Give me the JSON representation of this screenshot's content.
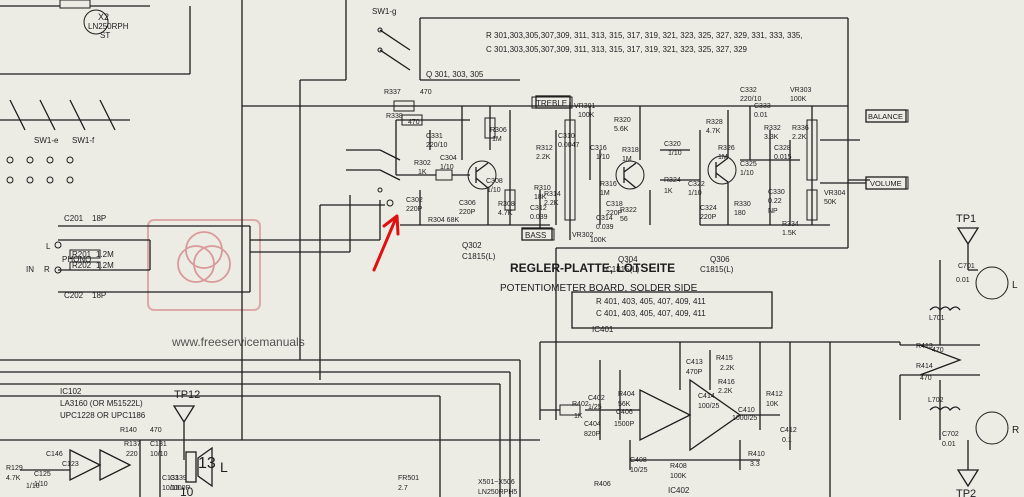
{
  "switches": {
    "sw1_g": "SW1-g",
    "sw1_e": "SW1-e",
    "sw1_f": "SW1-f"
  },
  "transistor_top": {
    "ref": "X2",
    "part": "LN250RPH",
    "suffix": "ST"
  },
  "notes": {
    "r_line": "R  301,303,305,307,309, 311, 313, 315, 317, 319, 321, 323, 325, 327, 329, 331, 333, 335,",
    "c_line": "C  301,303,305,307,309, 311, 313, 315, 317, 319, 321, 323, 325, 327, 329",
    "q_line": "Q  301, 303, 305",
    "ic401_r": "R  401, 403, 405, 407, 409, 411",
    "ic401_c": "C 401, 403, 405, 407, 409, 411",
    "ic401_label": "IC401",
    "ic402_label": "IC402"
  },
  "controls": {
    "treble": "TREBLE",
    "bass": "BASS",
    "balance": "BALANCE",
    "volume": "VOLUME"
  },
  "transistors": {
    "q302": "Q302",
    "q302_part": "C1815(L)",
    "q304": "Q304",
    "q304_part": "C1815(L)",
    "q306": "Q306",
    "q306_part": "C1815(L)"
  },
  "phono": {
    "label": "PHONO",
    "l": "L",
    "r": "R",
    "in": "IN",
    "c201": "C201",
    "c201_val": "18P",
    "c202": "C202",
    "c202_val": "18P",
    "r201": "R201",
    "r201_val": "1.2M",
    "r202": "R202",
    "r202_val": "1.2M"
  },
  "ic102": {
    "ref": "IC102",
    "part1": "LA3160 (OR M51522L)",
    "part2": "UPC1228  OR UPC1186"
  },
  "testpoints": {
    "tp1": "TP1",
    "tp2": "TP2",
    "tp12": "TP12",
    "pin13": "13",
    "pin10": "10",
    "l": "L",
    "r": "R"
  },
  "pcb_ghost": {
    "line1": "REGLER-PLATTE, LÖTSEITE",
    "line2": "POTENTIOMETER BOARD, SOLDER SIDE"
  },
  "watermark": {
    "url": "www.freeservicemanuals"
  },
  "components": [
    {
      "text": "R337"
    },
    {
      "text": "470"
    },
    {
      "text": "R338"
    },
    {
      "text": "470"
    },
    {
      "text": "C331"
    },
    {
      "text": "220/10"
    },
    {
      "text": "R306"
    },
    {
      "text": "1M"
    },
    {
      "text": "R302"
    },
    {
      "text": "1K"
    },
    {
      "text": "C304"
    },
    {
      "text": "1/10"
    },
    {
      "text": "C302"
    },
    {
      "text": "220P"
    },
    {
      "text": "R304 68K"
    },
    {
      "text": "C306"
    },
    {
      "text": "220P"
    },
    {
      "text": "C308"
    },
    {
      "text": "1/10"
    },
    {
      "text": "R308"
    },
    {
      "text": "4.7K"
    },
    {
      "text": "VR301"
    },
    {
      "text": "100K"
    },
    {
      "text": "R312"
    },
    {
      "text": "2.2K"
    },
    {
      "text": "C310"
    },
    {
      "text": "0.0047"
    },
    {
      "text": "R310"
    },
    {
      "text": "18K"
    },
    {
      "text": "R314"
    },
    {
      "text": "2.2K"
    },
    {
      "text": "C312"
    },
    {
      "text": "0.039"
    },
    {
      "text": "C314"
    },
    {
      "text": "0.039"
    },
    {
      "text": "VR302"
    },
    {
      "text": "100K"
    },
    {
      "text": "C316"
    },
    {
      "text": "1/10"
    },
    {
      "text": "R318"
    },
    {
      "text": "1M"
    },
    {
      "text": "R316"
    },
    {
      "text": "1M"
    },
    {
      "text": "R320"
    },
    {
      "text": "5.6K"
    },
    {
      "text": "C318"
    },
    {
      "text": "220P"
    },
    {
      "text": "R322"
    },
    {
      "text": "56"
    },
    {
      "text": "C320"
    },
    {
      "text": "1/10"
    },
    {
      "text": "R324"
    },
    {
      "text": "1K"
    },
    {
      "text": "C322"
    },
    {
      "text": "1/10"
    },
    {
      "text": "C324"
    },
    {
      "text": "220P"
    },
    {
      "text": "R328"
    },
    {
      "text": "4.7K"
    },
    {
      "text": "R326"
    },
    {
      "text": "1M"
    },
    {
      "text": "R330"
    },
    {
      "text": "180"
    },
    {
      "text": "C332"
    },
    {
      "text": "220/10"
    },
    {
      "text": "C333"
    },
    {
      "text": "0.01"
    },
    {
      "text": "R332"
    },
    {
      "text": "3.3K"
    },
    {
      "text": "C325"
    },
    {
      "text": "1/10"
    },
    {
      "text": "VR303"
    },
    {
      "text": "100K"
    },
    {
      "text": "R336"
    },
    {
      "text": "2.2K"
    },
    {
      "text": "C328"
    },
    {
      "text": "0.015"
    },
    {
      "text": "C330"
    },
    {
      "text": "0.22"
    },
    {
      "text": "NP"
    },
    {
      "text": "R334"
    },
    {
      "text": "1.5K"
    },
    {
      "text": "VR304"
    },
    {
      "text": "50K"
    },
    {
      "text": "C701"
    },
    {
      "text": "0.01"
    },
    {
      "text": "L701"
    },
    {
      "text": "R413"
    },
    {
      "text": "470"
    },
    {
      "text": "R414"
    },
    {
      "text": "470"
    },
    {
      "text": "L702"
    },
    {
      "text": "C702"
    },
    {
      "text": "0.01"
    },
    {
      "text": "C402"
    },
    {
      "text": "1/25"
    },
    {
      "text": "R402"
    },
    {
      "text": "1K"
    },
    {
      "text": "C404"
    },
    {
      "text": "820P"
    },
    {
      "text": "R404"
    },
    {
      "text": "56K"
    },
    {
      "text": "C406"
    },
    {
      "text": "1500P"
    },
    {
      "text": "C413"
    },
    {
      "text": "470P"
    },
    {
      "text": "C414"
    },
    {
      "text": "100/25"
    },
    {
      "text": "R415"
    },
    {
      "text": "2.2K"
    },
    {
      "text": "R416"
    },
    {
      "text": "2.2K"
    },
    {
      "text": "R412"
    },
    {
      "text": "10K"
    },
    {
      "text": "C410"
    },
    {
      "text": "1000/25"
    },
    {
      "text": "C412"
    },
    {
      "text": "0.1"
    },
    {
      "text": "R410"
    },
    {
      "text": "3.3"
    },
    {
      "text": "C408"
    },
    {
      "text": "10/25"
    },
    {
      "text": "R408"
    },
    {
      "text": "100K"
    },
    {
      "text": "R406"
    },
    {
      "text": "R140"
    },
    {
      "text": "470"
    },
    {
      "text": "R137"
    },
    {
      "text": "220"
    },
    {
      "text": "C131"
    },
    {
      "text": "10/10"
    },
    {
      "text": "C133"
    },
    {
      "text": "10/10"
    },
    {
      "text": "C139"
    },
    {
      "text": "1000P"
    },
    {
      "text": "R129"
    },
    {
      "text": "4.7K"
    },
    {
      "text": "C125"
    },
    {
      "text": "1/10"
    },
    {
      "text": "C123"
    },
    {
      "text": "C146"
    },
    {
      "text": "FR501"
    },
    {
      "text": "2.7"
    },
    {
      "text": "X501~X506"
    },
    {
      "text": "LN250RPH5"
    },
    {
      "text": "1/10"
    }
  ]
}
